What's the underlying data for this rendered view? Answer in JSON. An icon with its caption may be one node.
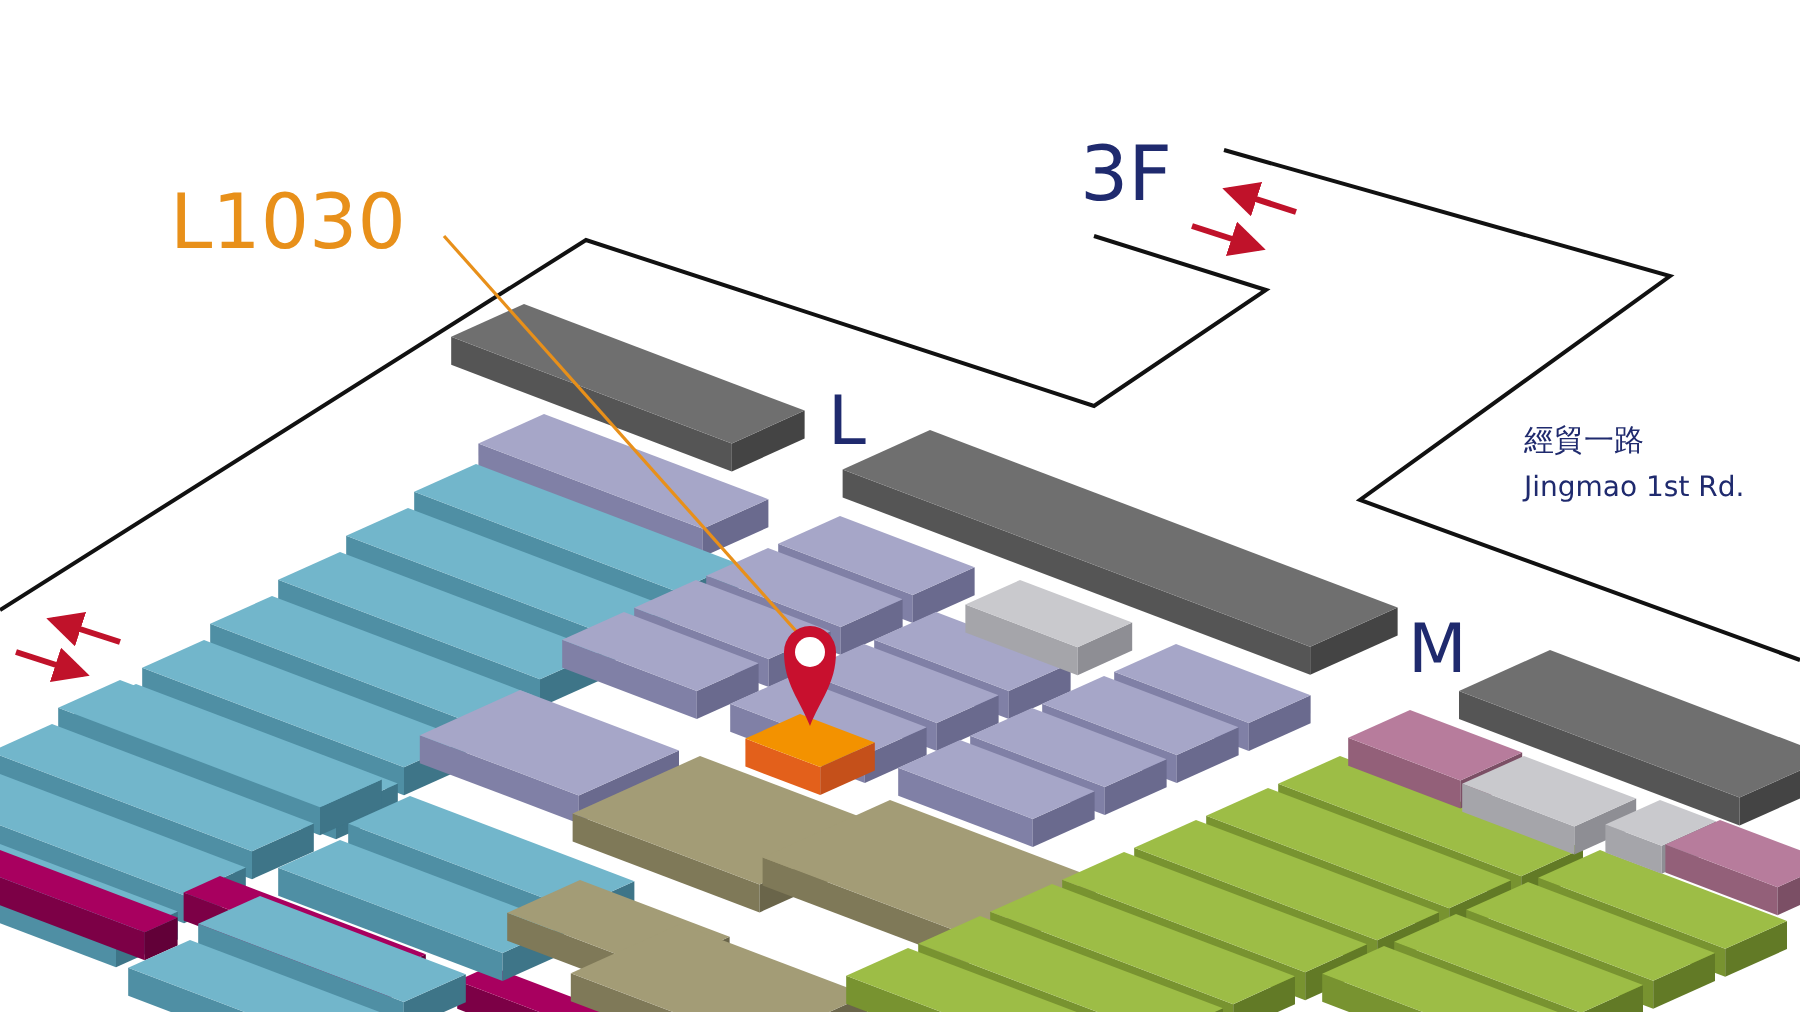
{
  "diagram": {
    "nodes": [
      {
        "text": [
          "L1030"
        ]
      },
      {
        "text": [],
        "shape": "pin"
      }
    ],
    "edges": [
      {
        "from": 0,
        "to": 1,
        "arrow": "none"
      }
    ],
    "labels": [
      "3F",
      "L",
      "M",
      "經貿一路",
      "Jingmao 1st Rd."
    ]
  }
}
